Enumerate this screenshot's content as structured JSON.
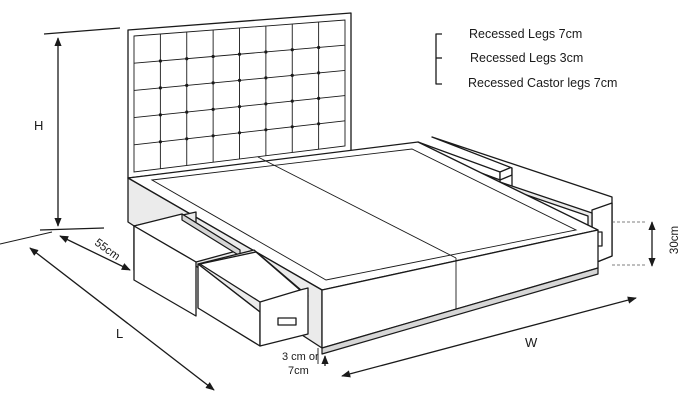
{
  "legend": {
    "items": [
      {
        "label": "Recessed Legs 7cm"
      },
      {
        "label": "Recessed Legs 3cm"
      },
      {
        "label": "Recessed Castor legs 7cm"
      }
    ]
  },
  "dimensions": {
    "height": "H",
    "length": "L",
    "width": "W",
    "drawer_depth": "55cm",
    "drawer_height": "30cm",
    "leg_line1": "3 cm or",
    "leg_line2": "7cm"
  }
}
